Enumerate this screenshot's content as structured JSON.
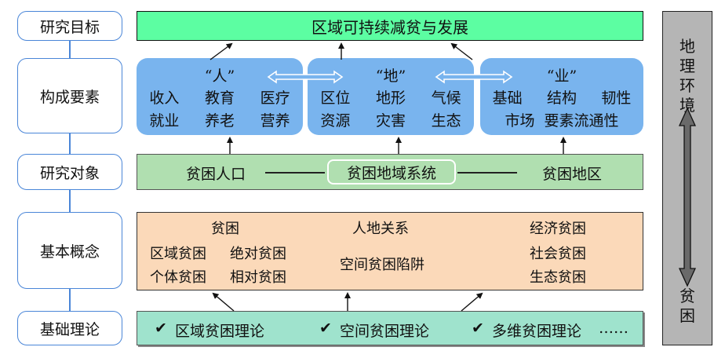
{
  "left_column": [
    {
      "label": "研究目标"
    },
    {
      "label": "构成要素"
    },
    {
      "label": "研究对象"
    },
    {
      "label": "基本概念"
    },
    {
      "label": "基础理论"
    }
  ],
  "goal": {
    "label": "区域可持续减贫与发展"
  },
  "elements": [
    {
      "title": "“人”",
      "items": [
        "收入",
        "教育",
        "医疗",
        "就业",
        "养老",
        "营养"
      ]
    },
    {
      "title": "“地”",
      "items": [
        "区位",
        "地形",
        "气候",
        "资源",
        "灾害",
        "生态"
      ]
    },
    {
      "title": "“业”",
      "items": [
        "基础",
        "结构",
        "韧性",
        "市场",
        "要素流通性"
      ]
    }
  ],
  "research_objects": {
    "left": "贫困人口",
    "center": "贫困地域系统",
    "right": "贫困地区"
  },
  "concepts": {
    "left": {
      "title": "贫困",
      "items": [
        "区域贫困",
        "绝对贫困",
        "个体贫困",
        "相对贫困"
      ]
    },
    "center": {
      "title": "人地关系",
      "item": "空间贫困陷阱"
    },
    "right": {
      "items": [
        "经济贫困",
        "社会贫困",
        "生态贫困"
      ]
    }
  },
  "theories": {
    "items": [
      "区域贫困理论",
      "空间贫困理论",
      "多维贫困理论"
    ],
    "check_icon": "✔",
    "ellipsis": "……"
  },
  "environment": {
    "top_label": "地理环境",
    "bottom_label": "贫困"
  }
}
